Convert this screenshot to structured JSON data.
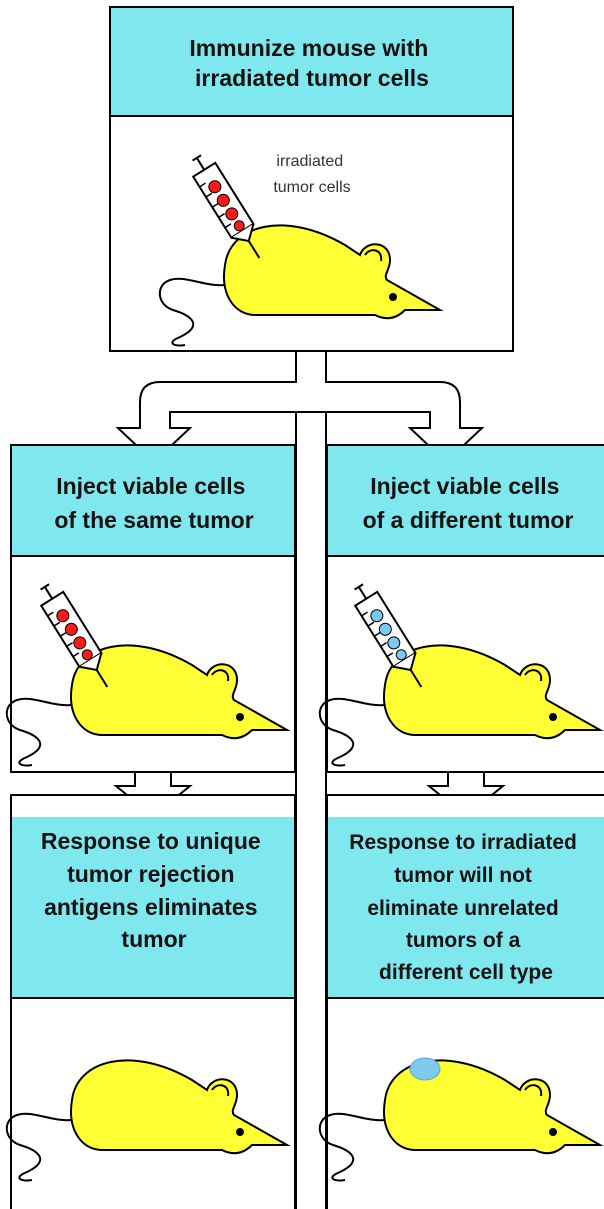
{
  "colors": {
    "header_fill": "#7fe8ef",
    "mouse_fill": "#ffff33",
    "tumor_red": "#ff1a1a",
    "tumor_blue": "#7fc8f0",
    "outline": "#000000"
  },
  "top": {
    "title_lines": [
      "Immunize mouse with",
      "irradiated tumor cells"
    ],
    "note_lines": [
      "irradiated",
      "tumor cells"
    ]
  },
  "left_branch": {
    "inject_title_lines": [
      "Inject viable cells",
      "of the same tumor"
    ],
    "result_title_lines": [
      "Response to unique",
      "tumor rejection",
      "antigens eliminates",
      "tumor"
    ]
  },
  "right_branch": {
    "inject_title_lines": [
      "Inject viable cells",
      "of a different tumor"
    ],
    "result_title_lines": [
      "Response to irradiated",
      "tumor will not",
      "eliminate unrelated",
      "tumors of a",
      "different cell type"
    ]
  },
  "icons": {
    "syringe": "syringe-icon",
    "mouse": "mouse-icon",
    "arrow": "down-arrow-icon",
    "tumor": "tumor-lump-icon"
  }
}
